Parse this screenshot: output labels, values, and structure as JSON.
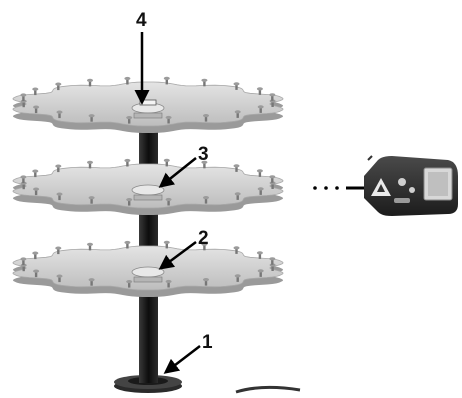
{
  "callouts": [
    {
      "id": "1",
      "text": "1"
    },
    {
      "id": "2",
      "text": "2"
    },
    {
      "id": "3",
      "text": "3"
    },
    {
      "id": "4",
      "text": "4"
    }
  ],
  "colors": {
    "tray_top": "#d2d2d2",
    "tray_edge": "#9c9c9c",
    "shaft": "#111111",
    "meter_body": "#2a2a2a",
    "meter_face": "#cfcfcf",
    "arrow": "#000000"
  },
  "components": {
    "trays": 3,
    "shaft": "central-shaft",
    "base": "base-flange",
    "device": "handheld-tachometer"
  }
}
